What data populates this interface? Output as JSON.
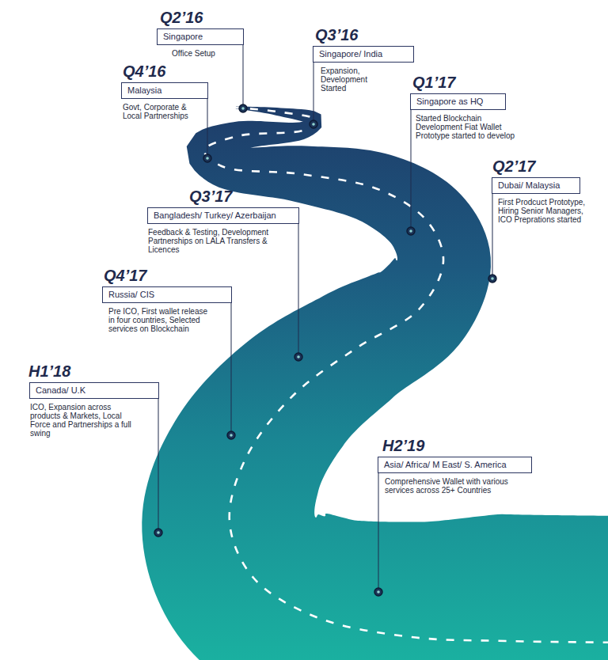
{
  "diagram": {
    "nodes": [
      {
        "text": [
          "Q2’16",
          "Singapore",
          "Office Setup"
        ]
      },
      {
        "text": [
          "Q3’16",
          "Singapore/ India",
          "Expansion, Development Started"
        ]
      },
      {
        "text": [
          "Q4’16",
          "Malaysia",
          "Govt, Corporate & Local Partnerships"
        ]
      },
      {
        "text": [
          "Q1’17",
          "Singapore as HQ",
          "Started Blockchain Development Fiat Wallet Prototype started to develop"
        ]
      },
      {
        "text": [
          "Q2’17",
          "Dubai/ Malaysia",
          "First Prodcuct Prototype, Hiring Senior Managers, ICO Preprations started"
        ]
      },
      {
        "text": [
          "Q3’17",
          "Bangladesh/ Turkey/ Azerbaijan",
          "Feedback & Testing, Development Partnerships on LALA Transfers & Licences"
        ]
      },
      {
        "text": [
          "Q4’17",
          "Russia/ CIS",
          "Pre ICO, First wallet release in four countries, Selected services on Blockchain"
        ]
      },
      {
        "text": [
          "H1’18",
          "Canada/ U.K",
          "ICO, Expansion across products & Markets, Local Force and Partnerships a full swing"
        ]
      },
      {
        "text": [
          "H2’19",
          "Asia/ Africa/ M East/ S. America",
          "Comprehensive Wallet with various services across 25+ Countries"
        ]
      }
    ]
  }
}
